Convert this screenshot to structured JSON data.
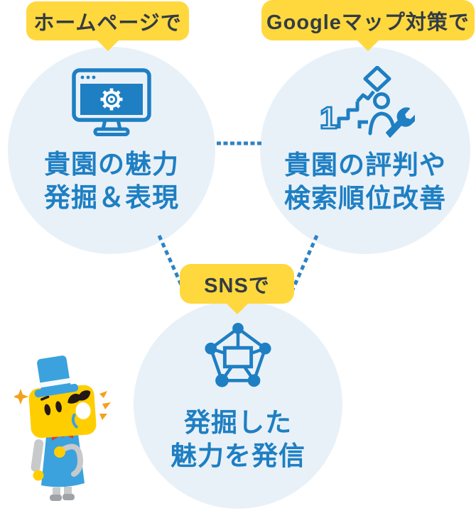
{
  "nodes": [
    {
      "badge": "ホームページで",
      "icon": "monitor-gear-icon",
      "lines": [
        "貴園の魅力",
        "発掘＆表現"
      ]
    },
    {
      "badge": "Googleマップ対策で",
      "icon": "ranking-first-place-repair-icon",
      "lines": [
        "貴園の評判や",
        "検索順位改善"
      ]
    },
    {
      "badge": "SNSで",
      "icon": "sns-network-icon",
      "lines": [
        "発掘した",
        "魅力を発信"
      ]
    }
  ],
  "mascot": {
    "name": "detective-mascot-character"
  },
  "colors": {
    "circle_bg": "#E9F1F8",
    "badge_bg": "#FFD83E",
    "badge_text": "#333C44",
    "text_blue": "#1E7FC3",
    "icon_blue": "#1E7FC3",
    "connector_blue": "#2E82C4",
    "mascot_blue": "#3BA2DD",
    "mascot_yellow": "#FFCE00",
    "mascot_red": "#E8362C",
    "mascot_orange": "#F5A01B"
  }
}
